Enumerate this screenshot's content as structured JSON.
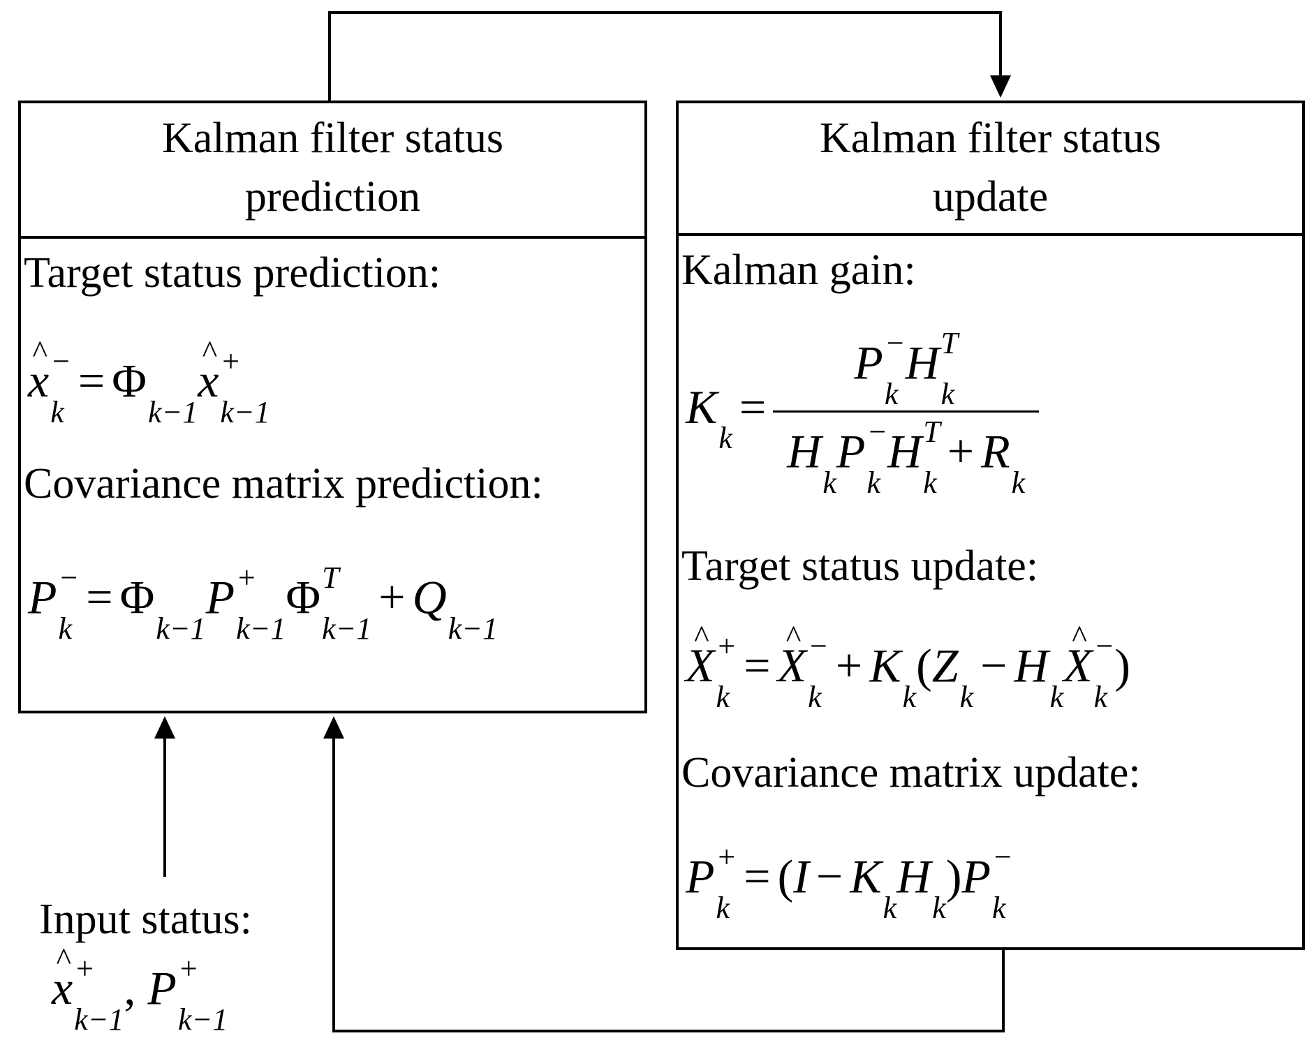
{
  "prediction_box": {
    "title_line1": "Kalman filter status",
    "title_line2": "prediction",
    "target_label": "Target status prediction:",
    "covariance_label": "Covariance matrix prediction:"
  },
  "update_box": {
    "title_line1": "Kalman filter status",
    "title_line2": "update",
    "gain_label": "Kalman gain:",
    "target_label": "Target status update:",
    "covariance_label": "Covariance matrix update:"
  },
  "input": {
    "label": "Input status:"
  }
}
